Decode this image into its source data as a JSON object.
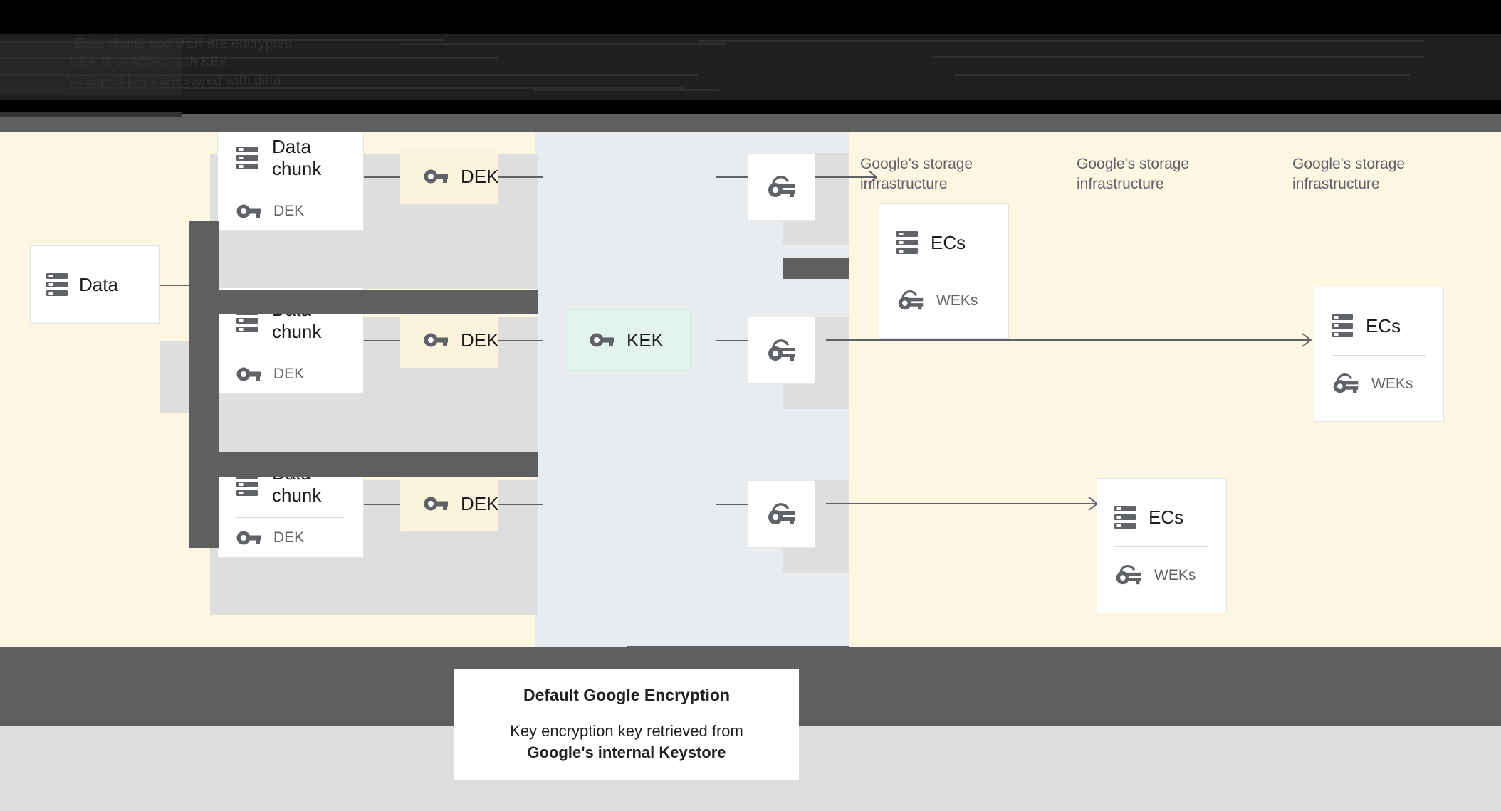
{
  "header": {
    "obscured_note": "redacted-dark-text-band",
    "lines": [
      "Data chunk and DEK are encrypted",
      "DEK is wrapped with KEK",
      "Wrapped keys are stored with data"
    ]
  },
  "diagram": {
    "source": {
      "label": "Data",
      "icon": "storage-icon"
    },
    "chunks": [
      {
        "title": "Data chunk",
        "key_label": "DEK",
        "icon": "storage-icon",
        "key_icon": "key-icon"
      },
      {
        "title": "Data chunk",
        "key_label": "DEK",
        "icon": "storage-icon",
        "key_icon": "key-icon"
      },
      {
        "title": "Data chunk",
        "key_label": "DEK",
        "icon": "storage-icon",
        "key_icon": "key-icon"
      }
    ],
    "deks": [
      {
        "label": "DEK",
        "icon": "key-icon"
      },
      {
        "label": "DEK",
        "icon": "key-icon"
      },
      {
        "label": "DEK",
        "icon": "key-icon"
      }
    ],
    "kek": {
      "label": "KEK",
      "icon": "key-icon"
    },
    "wrapped_keys": [
      {
        "icon": "wrapped-key-icon"
      },
      {
        "icon": "wrapped-key-icon"
      },
      {
        "icon": "wrapped-key-icon"
      }
    ],
    "storage_captions": [
      "Google's storage infrastructure",
      "Google's storage infrastructure",
      "Google's storage infrastructure"
    ],
    "ec_cards": [
      {
        "title": "ECs",
        "key_label": "WEKs",
        "icon": "storage-icon",
        "key_icon": "wrapped-key-icon"
      },
      {
        "title": "ECs",
        "key_label": "WEKs",
        "icon": "storage-icon",
        "key_icon": "wrapped-key-icon"
      },
      {
        "title": "ECs",
        "key_label": "WEKs",
        "icon": "storage-icon",
        "key_icon": "wrapped-key-icon"
      }
    ]
  },
  "caption": {
    "title": "Default Google Encryption",
    "line1": "Key encryption key retrieved from",
    "line2": "Google's internal Keystore"
  },
  "colors": {
    "canvas_cream": "#FDF6E3",
    "column_blue_gray": "#E8ECEE",
    "band_gray": "#DEDEDE",
    "dek_fill": "#FCF3DE",
    "kek_fill": "#E3F2EC",
    "icon_gray": "#5f6368",
    "redaction": "#5f5f5f"
  }
}
